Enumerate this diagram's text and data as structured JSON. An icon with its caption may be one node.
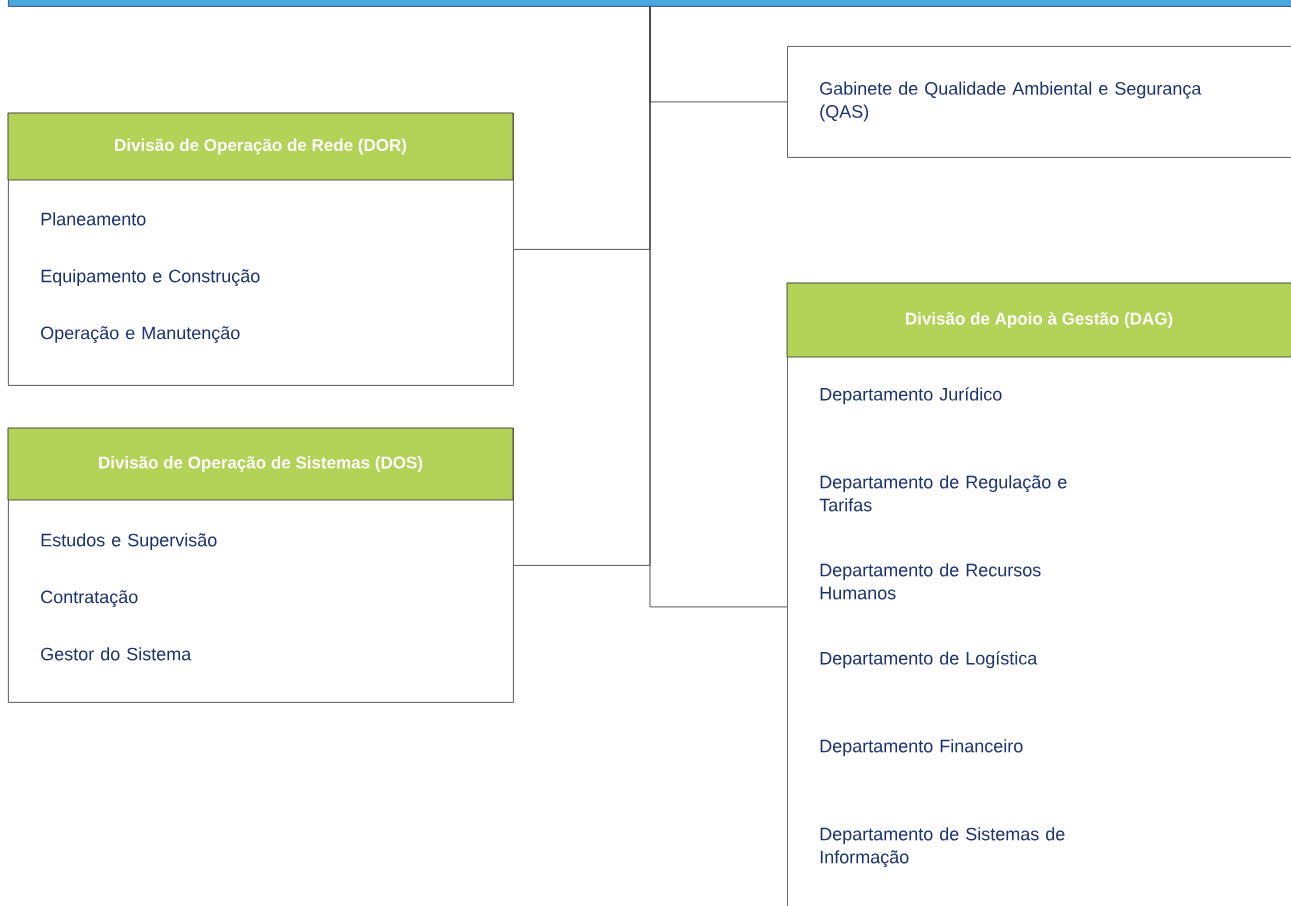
{
  "diagram": {
    "nodes": [
      {
        "text": [],
        "shape": "bar"
      },
      {
        "text": [
          "Divisão de Operação de Rede (DOR)",
          "Planeamento",
          "Equipamento e Construção",
          "Operação e Manutenção"
        ]
      },
      {
        "text": [
          "Divisão de Operação de Sistemas (DOS)",
          "Estudos e Supervisão",
          "Contratação",
          "Gestor do Sistema"
        ]
      },
      {
        "text": [
          "Gabinete de Qualidade Ambiental e Segurança (QAS)"
        ]
      },
      {
        "text": [
          "Divisão de Apoio à Gestão (DAG)",
          "Departamento Jurídico",
          "Departamento de Regulação e Tarifas",
          "Departamento de Recursos Humanos",
          "Departamento de Logística",
          "Departamento Financeiro",
          "Departamento de Sistemas de Informação"
        ]
      }
    ],
    "edges": [
      {
        "from": 0,
        "to": 3,
        "arrow": "none"
      },
      {
        "from": 0,
        "to": 1,
        "arrow": "none"
      },
      {
        "from": 0,
        "to": 4,
        "arrow": "none"
      },
      {
        "from": 0,
        "to": 2,
        "arrow": "none"
      }
    ]
  }
}
